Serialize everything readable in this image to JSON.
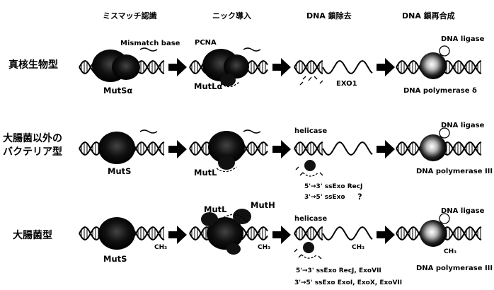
{
  "headers": {
    "recognition": "ミスマッチ認識",
    "nick": "ニック導入",
    "excision": "DNA 鎖除去",
    "resynthesis": "DNA 鎖再合成"
  },
  "rows": {
    "eukaryote": "真核生物型",
    "bacteria_line1": "大腸菌以外の",
    "bacteria_line2": "バクテリア型",
    "ecoli": "大腸菌型"
  },
  "labels": {
    "mismatch_base": "Mismatch base",
    "pcna": "PCNA",
    "mutS_alpha": "MutSα",
    "mutL_alpha": "MutLα",
    "exo1": "EXO1",
    "dna_ligase": "DNA ligase",
    "pol_delta": "DNA polymerase δ",
    "mutS": "MutS",
    "mutL": "MutL",
    "mutH": "MutH",
    "helicase": "helicase",
    "pol_III": "DNA polymerase III",
    "ch3": "CH₃",
    "bact_exo53": "5'→3' ssExo  RecJ",
    "bact_exo35": "3'→5' ssExo",
    "question": "?",
    "ecoli_exo53": "5'→3' ssExo  RecJ, ExoVII",
    "ecoli_exo35": "3'→5' ssExo  ExoI, ExoX, ExoVII"
  }
}
